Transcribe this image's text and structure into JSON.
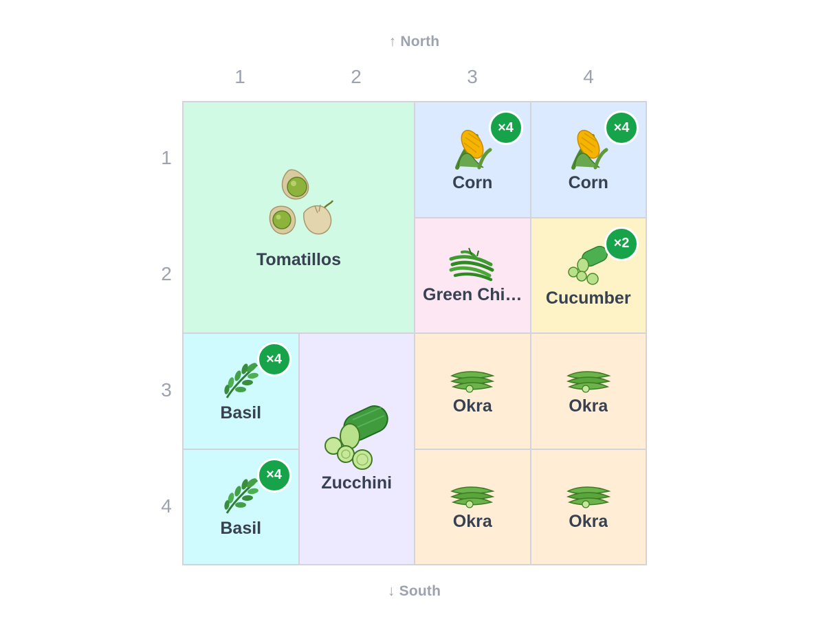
{
  "compass": {
    "north": "North",
    "south": "South"
  },
  "columns": [
    "1",
    "2",
    "3",
    "4"
  ],
  "rows": [
    "1",
    "2",
    "3",
    "4"
  ],
  "colors": {
    "tomatillos": "#d1fae5",
    "corn": "#dbeafe",
    "chili": "#fce7f3",
    "cucumber": "#fef3c7",
    "basil": "#cffafe",
    "zucchini": "#ede9fe",
    "okra": "#ffedd5",
    "badge": "#16a34a"
  },
  "plots": {
    "tomatillos": {
      "name": "Tomatillos",
      "icon": "tomatillo-icon"
    },
    "corn_a": {
      "name": "Corn",
      "icon": "corn-icon",
      "badge": "×4"
    },
    "corn_b": {
      "name": "Corn",
      "icon": "corn-icon",
      "badge": "×4"
    },
    "chili": {
      "name": "Green Chi…",
      "icon": "green-chili-icon"
    },
    "cucumber": {
      "name": "Cucumber",
      "icon": "cucumber-icon",
      "badge": "×2"
    },
    "basil_a": {
      "name": "Basil",
      "icon": "basil-icon",
      "badge": "×4"
    },
    "basil_b": {
      "name": "Basil",
      "icon": "basil-icon",
      "badge": "×4"
    },
    "zucchini": {
      "name": "Zucchini",
      "icon": "zucchini-icon"
    },
    "okra_a": {
      "name": "Okra",
      "icon": "okra-icon"
    },
    "okra_b": {
      "name": "Okra",
      "icon": "okra-icon"
    },
    "okra_c": {
      "name": "Okra",
      "icon": "okra-icon"
    },
    "okra_d": {
      "name": "Okra",
      "icon": "okra-icon"
    }
  }
}
